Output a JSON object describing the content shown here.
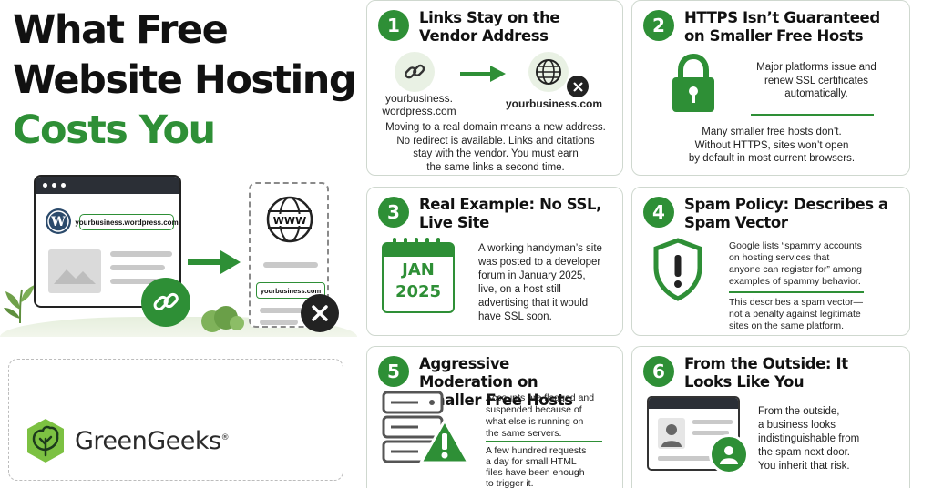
{
  "title": {
    "line1": "What Free",
    "line2": "Website Hosting",
    "line3": "Costs You"
  },
  "hero": {
    "browser_url": "yourbusiness.wordpress.com",
    "dest_url": "yourbusiness.com",
    "dest_globe_text": "WWW"
  },
  "brand": {
    "name": "GreenGeeks",
    "reg": "®"
  },
  "cards": [
    {
      "number": "1",
      "title": "Links Stay on the Vendor Address",
      "from_url_line1": "yourbusiness.",
      "from_url_line2": "wordpress.com",
      "to_url": "yourbusiness.com",
      "body": [
        "Moving to a real domain means a new address.",
        "No redirect is available. Links and citations",
        "stay with the vendor. You must earn",
        "the same links a second time."
      ]
    },
    {
      "number": "2",
      "title": "HTTPS Isn’t Guaranteed on Smaller Free Hosts",
      "body1": [
        "Major platforms issue and",
        "renew SSL certificates",
        "automatically."
      ],
      "body2": [
        "Many smaller free hosts don’t.",
        "Without HTTPS, sites won’t open",
        "by default in most current browsers."
      ]
    },
    {
      "number": "3",
      "title": "Real Example: No SSL, Live Site",
      "calendar_month": "JAN",
      "calendar_year": "2025",
      "body": [
        "A working handyman’s site",
        "was posted to a developer",
        "forum in January 2025,",
        "live, on a host still",
        "advertising that it would",
        "have SSL soon."
      ]
    },
    {
      "number": "4",
      "title": "Spam Policy: Describes a Spam Vector",
      "body1": [
        "Google lists “spammy accounts",
        "on hosting services that",
        "anyone can register for” among",
        "examples of spammy behavior."
      ],
      "body2": [
        "This describes a spam vector—",
        "not a penalty against legitimate",
        "sites on the same platform."
      ]
    },
    {
      "number": "5",
      "title": "Aggressive Moderation on Smaller Free Hosts",
      "body1": [
        "Accounts are flagged and",
        "suspended because of",
        "what else is running on",
        "the same servers."
      ],
      "body2": [
        "A few hundred requests",
        "a day for small HTML",
        "files have been enough",
        "to trigger it."
      ]
    },
    {
      "number": "6",
      "title": "From the Outside: It Looks Like You",
      "body": [
        "From the outside,",
        "a business looks",
        "indistinguishable from",
        "the spam next door.",
        "You inherit that risk."
      ]
    }
  ],
  "colors": {
    "accent": "#2e8f36",
    "dark": "#222222",
    "border": "#cfd8cf"
  }
}
